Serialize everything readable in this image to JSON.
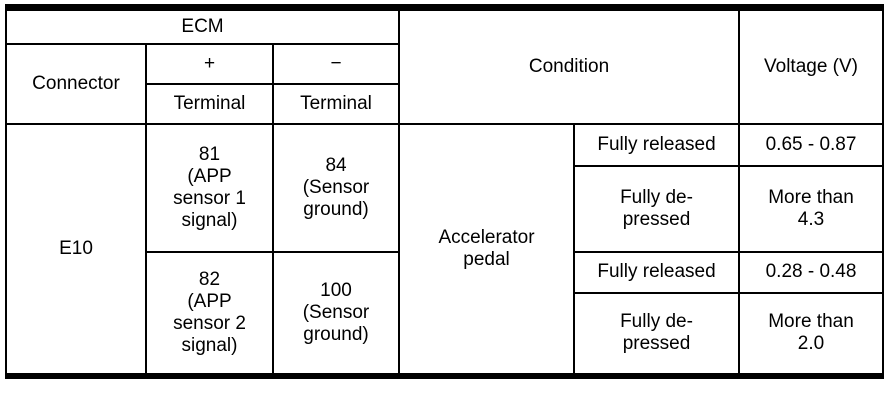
{
  "table": {
    "header": {
      "ecm": "ECM",
      "connector": "Connector",
      "plus_sign": "+",
      "minus_sign": "−",
      "terminal_plus": "Terminal",
      "terminal_minus": "Terminal",
      "condition": "Condition",
      "voltage": "Voltage (V)"
    },
    "body": {
      "connector_value": "E10",
      "condition_group": "Accelerator\npedal",
      "sensor1": {
        "plus_terminal": "81\n(APP\nsensor 1\nsignal)",
        "minus_terminal": "84\n(Sensor\nground)"
      },
      "sensor2": {
        "plus_terminal": "82\n(APP\nsensor 2\nsignal)",
        "minus_terminal": "100\n(Sensor\nground)"
      },
      "rows": [
        {
          "condition": "Fully released",
          "voltage": "0.65 - 0.87"
        },
        {
          "condition": "Fully de-\npressed",
          "voltage": "More than\n4.3"
        },
        {
          "condition": "Fully released",
          "voltage": "0.28 - 0.48"
        },
        {
          "condition": "Fully de-\npressed",
          "voltage": "More than\n2.0"
        }
      ]
    },
    "colors": {
      "line": "#000000",
      "background": "#ffffff",
      "text": "#000000"
    }
  }
}
